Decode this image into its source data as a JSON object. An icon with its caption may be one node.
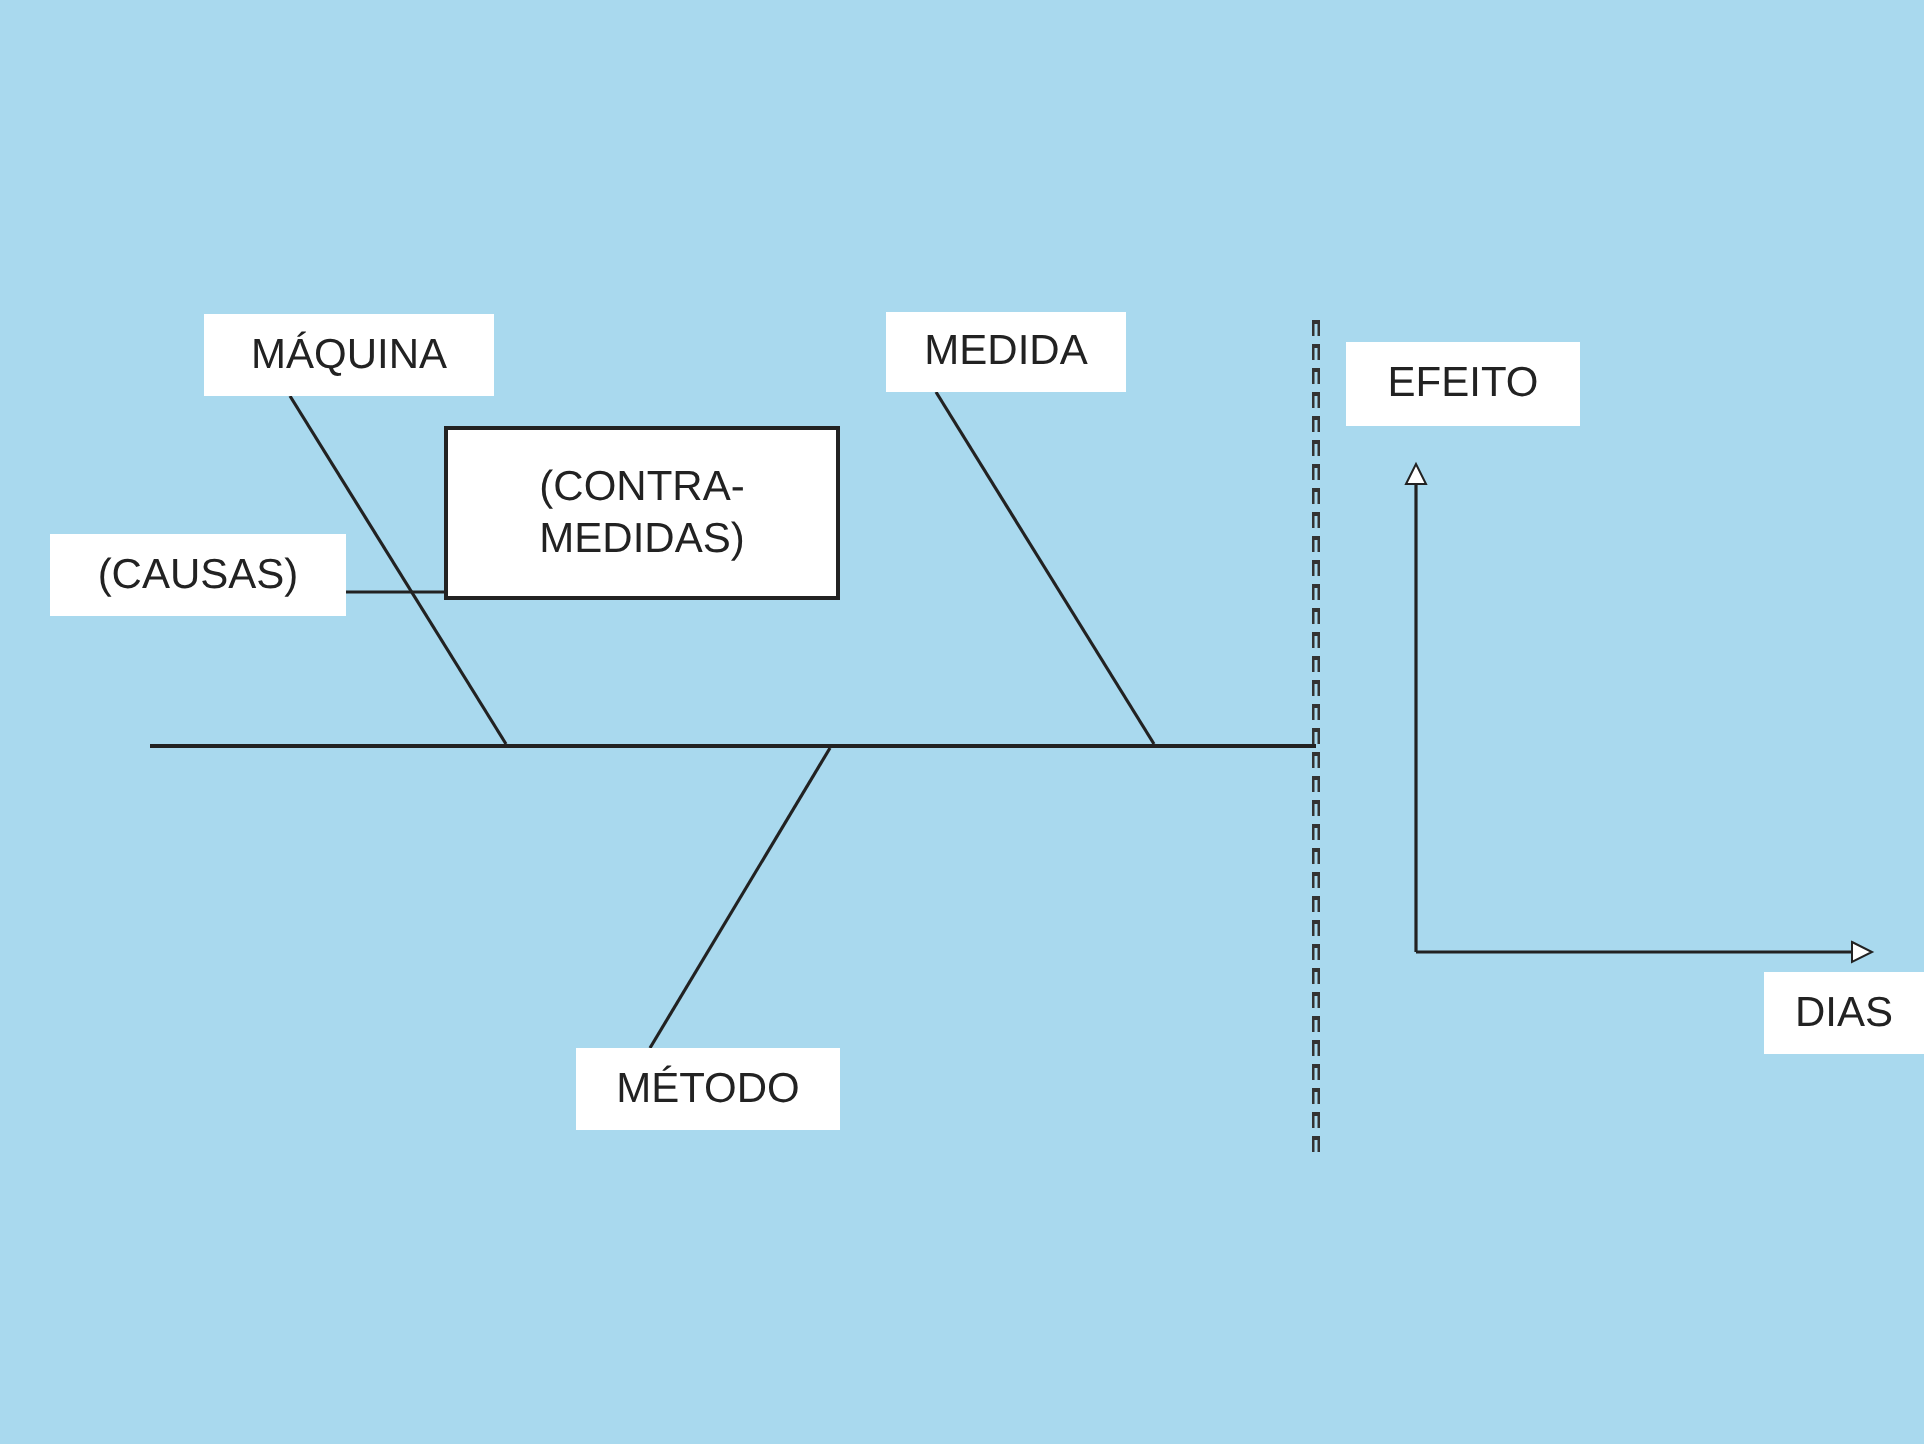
{
  "diagram": {
    "nodes": [
      {
        "text": [
          "MÁQUINA"
        ]
      },
      {
        "text": [
          "MEDIDA"
        ]
      },
      {
        "text": [
          "(CAUSAS)"
        ]
      },
      {
        "text": [
          "(CONTRA- MEDIDAS)"
        ]
      },
      {
        "text": [],
        "shape": "bar"
      },
      {
        "text": [
          "MÉTODO"
        ]
      }
    ],
    "edges": [
      {
        "from": 0,
        "to": 4,
        "arrow": "none"
      },
      {
        "from": 1,
        "to": 4,
        "arrow": "none"
      },
      {
        "from": 2,
        "to": 3,
        "arrow": "none"
      },
      {
        "from": 4,
        "to": 5,
        "arrow": "none"
      }
    ],
    "labels": [
      "EFEITO",
      "DIAS"
    ]
  }
}
